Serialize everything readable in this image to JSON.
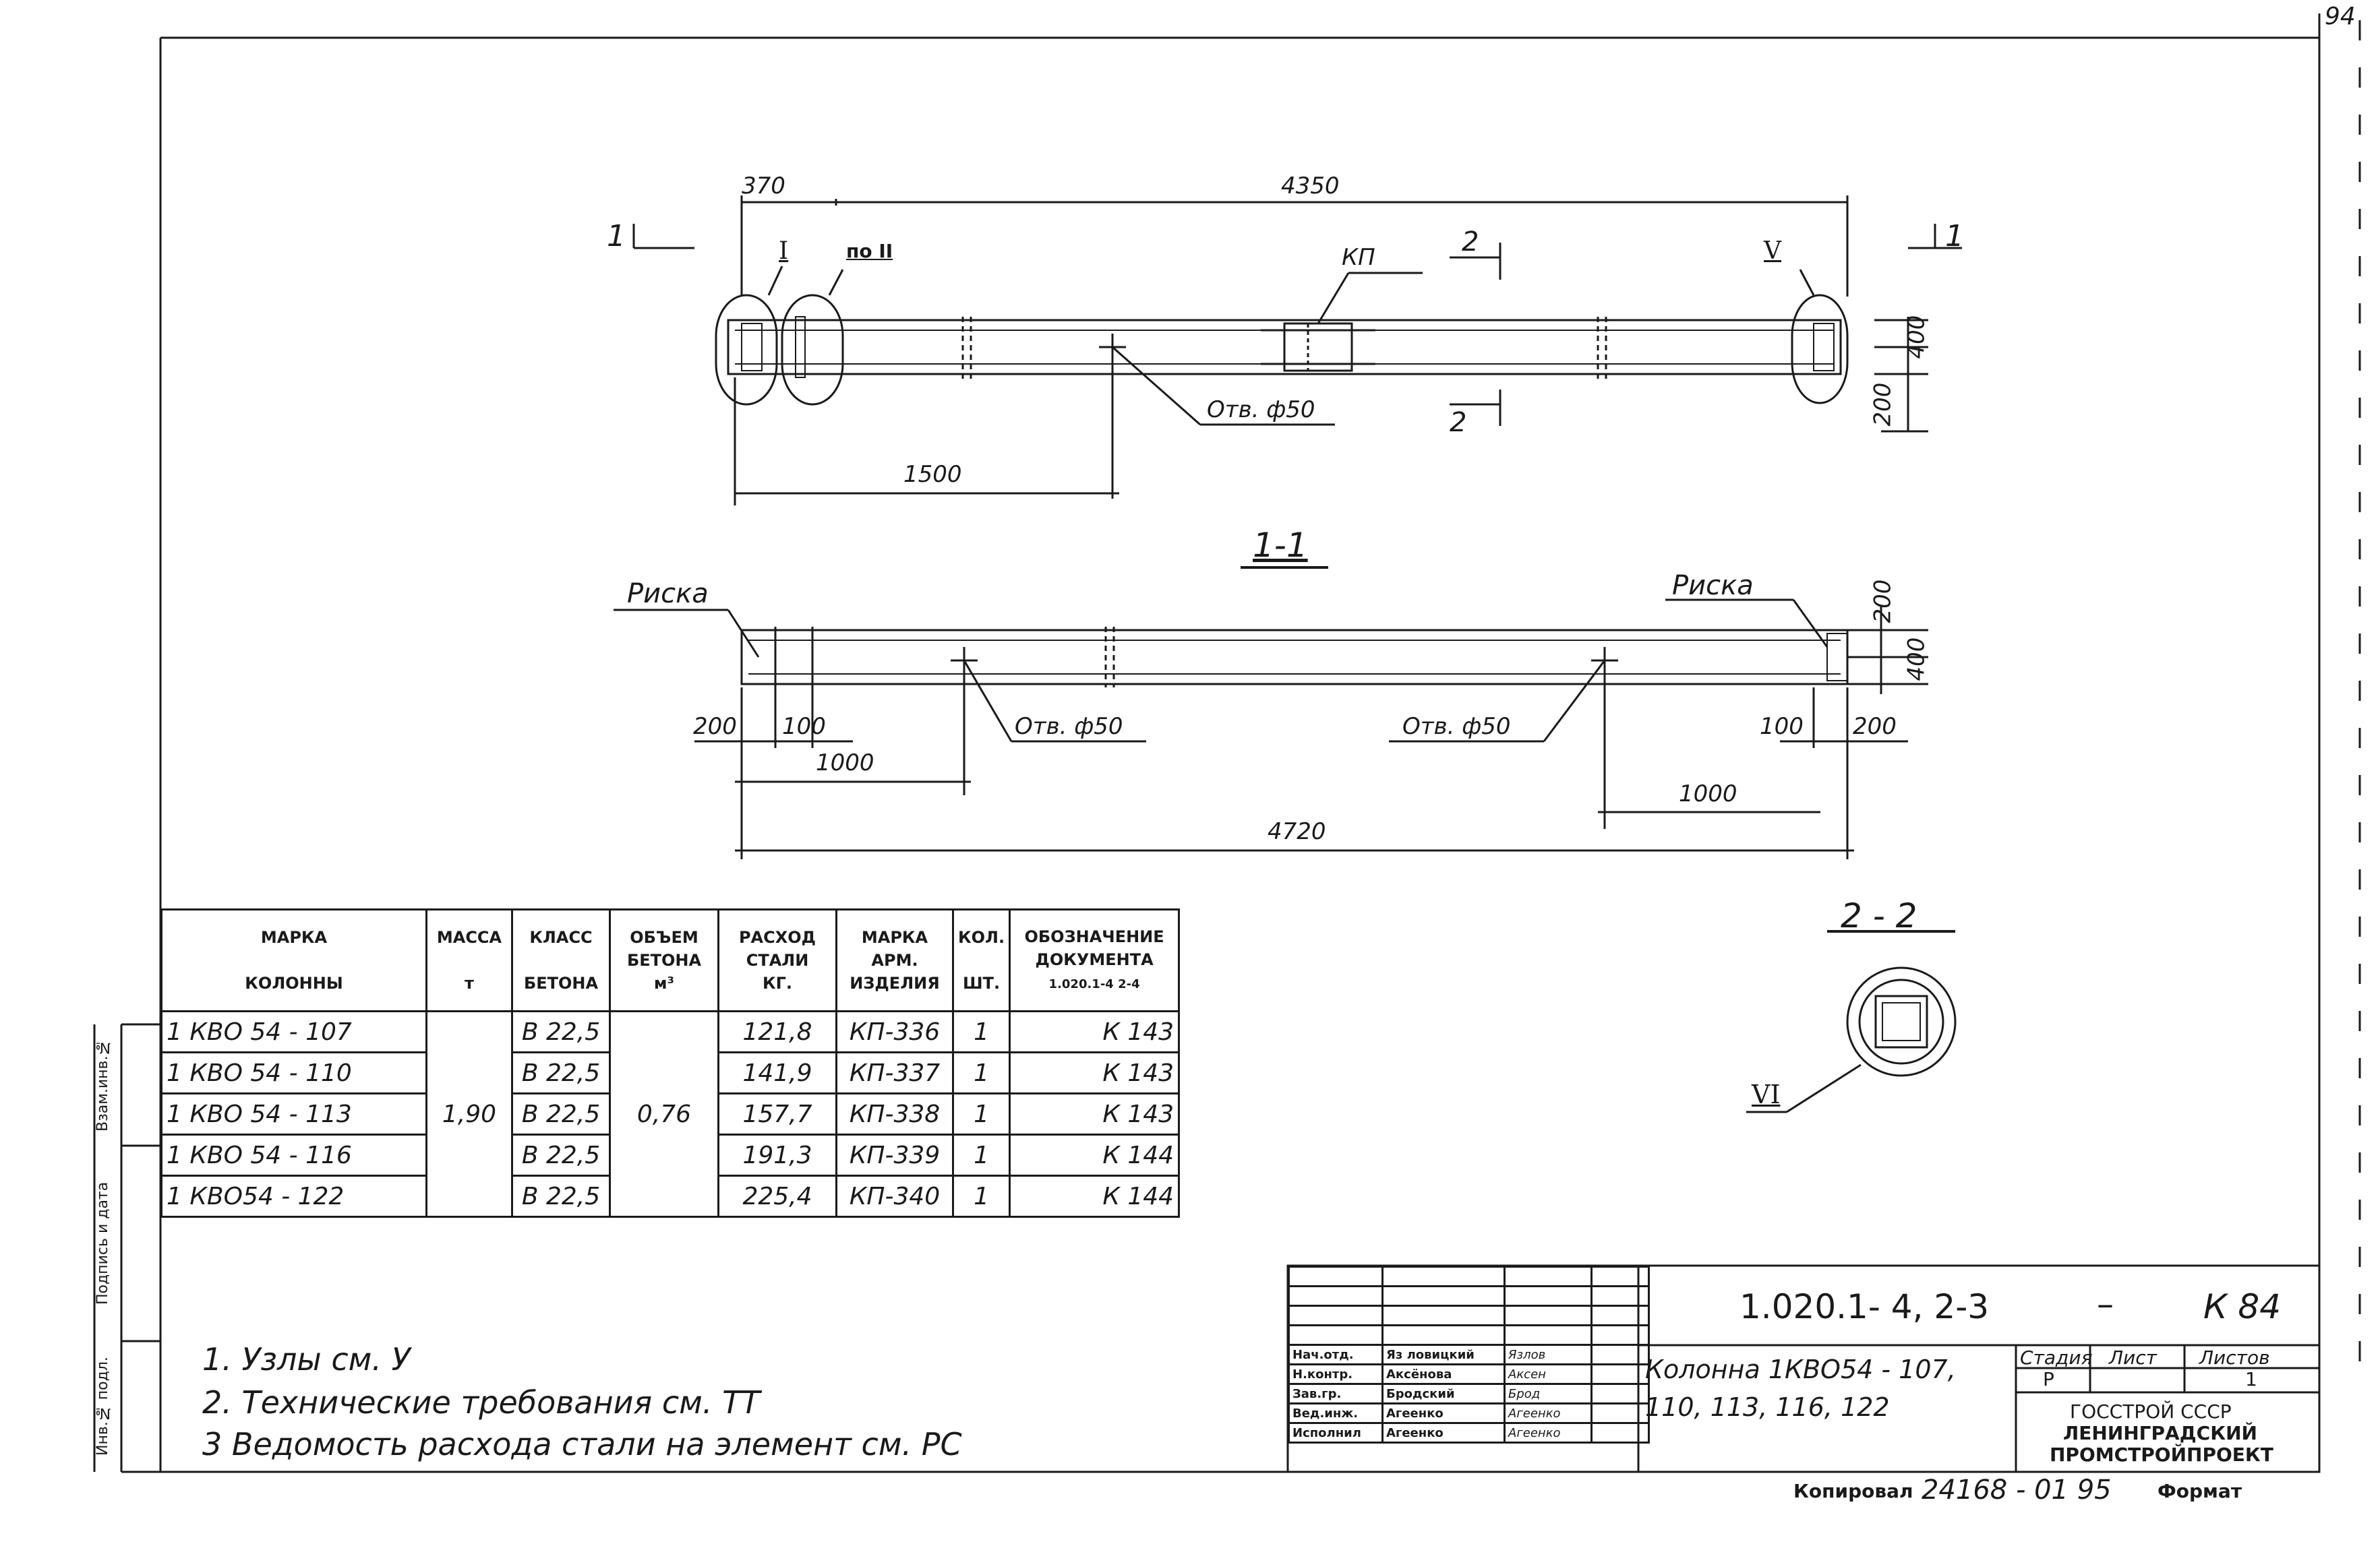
{
  "sheet_number": "94",
  "drawing": {
    "section_mark": "1",
    "section_2": "2",
    "node_I": "I",
    "node_II": "по II",
    "node_V": "V",
    "node_VI": "VI",
    "kp_label": "КП",
    "hole_label": "Отв. ф50",
    "risk_label": "Риска",
    "view_1_1": "1-1",
    "view_2_2": "2 - 2",
    "dims": {
      "d370": "370",
      "d4350": "4350",
      "d1500": "1500",
      "d400": "400",
      "d200": "200",
      "d100": "100",
      "d1000": "1000",
      "d4720": "4720"
    }
  },
  "table": {
    "headers": {
      "marka_line1": "МАРКА",
      "marka_line2": "КОЛОННЫ",
      "massa_line1": "МАССА",
      "massa_line2": "т",
      "klass_line1": "КЛАСС",
      "klass_line2": "БЕТОНА",
      "obem_line1": "ОБЪЕМ",
      "obem_line2": "БЕТОНА",
      "obem_line3": "м³",
      "rashod_line1": "РАСХОД",
      "rashod_line2": "СТАЛИ",
      "rashod_line3": "КГ.",
      "arm_line1": "МАРКА",
      "arm_line2": "АРМ.",
      "arm_line3": "ИЗДЕЛИЯ",
      "kol_line1": "КОЛ.",
      "kol_line2": "ШТ.",
      "obozn_line1": "ОБОЗНАЧЕНИЕ",
      "obozn_line2": "ДОКУМЕНТА",
      "obozn_line3": "1.020.1-4  2-4"
    },
    "shared_mass": "1,90",
    "shared_volume": "0,76",
    "rows": [
      {
        "marka": "1 КВО 54 -  107",
        "klass": "В 22,5",
        "rashod": "121,8",
        "arm": "КП-336",
        "kol": "1",
        "doc": "К 143"
      },
      {
        "marka": "1 КВО 54 -  110",
        "klass": "В 22,5",
        "rashod": "141,9",
        "arm": "КП-337",
        "kol": "1",
        "doc": "К 143"
      },
      {
        "marka": "1 КВО 54 -  113",
        "klass": "В 22,5",
        "rashod": "157,7",
        "arm": "КП-338",
        "kol": "1",
        "doc": "К 143"
      },
      {
        "marka": "1 КВО 54 -  116",
        "klass": "В 22,5",
        "rashod": "191,3",
        "arm": "КП-339",
        "kol": "1",
        "doc": "К 144"
      },
      {
        "marka": "1 КВО54 -  122",
        "klass": "В 22,5",
        "rashod": "225,4",
        "arm": "КП-340",
        "kol": "1",
        "doc": "К 144"
      }
    ]
  },
  "side_stamp": {
    "vzam": "Взам.инв.№",
    "podpis": "Подпись и дата",
    "inv": "Инв.№ подл."
  },
  "notes": [
    "1. Узлы см. У",
    "2. Технические требования см. ТТ",
    "3 Ведомость расхода стали на элемент см. РС"
  ],
  "title_block": {
    "code": "1.020.1- 4,  2-3",
    "dash": "–",
    "sheet_code": "К 84",
    "name_line1": "Колонна 1КВО54 - 107,",
    "name_line2": "110, 113, 116, 122",
    "stage_label": "Стадия",
    "sheet_label": "Лист",
    "sheets_label": "Листов",
    "stage_value": "Р",
    "sheets_value": "1",
    "org_line1": "ГОССТРОЙ СССР",
    "org_line2": "ЛЕНИНГРАДСКИЙ",
    "org_line3": "ПРОМСТРОЙПРОЕКТ",
    "people": [
      {
        "role": "Нач.отд.",
        "name": "Яз ловицкий",
        "sign": "Язлов"
      },
      {
        "role": "Н.контр.",
        "name": "Аксёнова",
        "sign": "Аксен"
      },
      {
        "role": "Зав.гр.",
        "name": "Бродский",
        "sign": "Брод"
      },
      {
        "role": "Вед.инж.",
        "name": "Агеенко",
        "sign": "Агеенко"
      },
      {
        "role": "Исполнил",
        "name": "Агеенко",
        "sign": "Агеенко"
      }
    ]
  },
  "footer": {
    "kopiroval": "Копировал",
    "number": "24168 - 01  95",
    "format": "Формат"
  }
}
